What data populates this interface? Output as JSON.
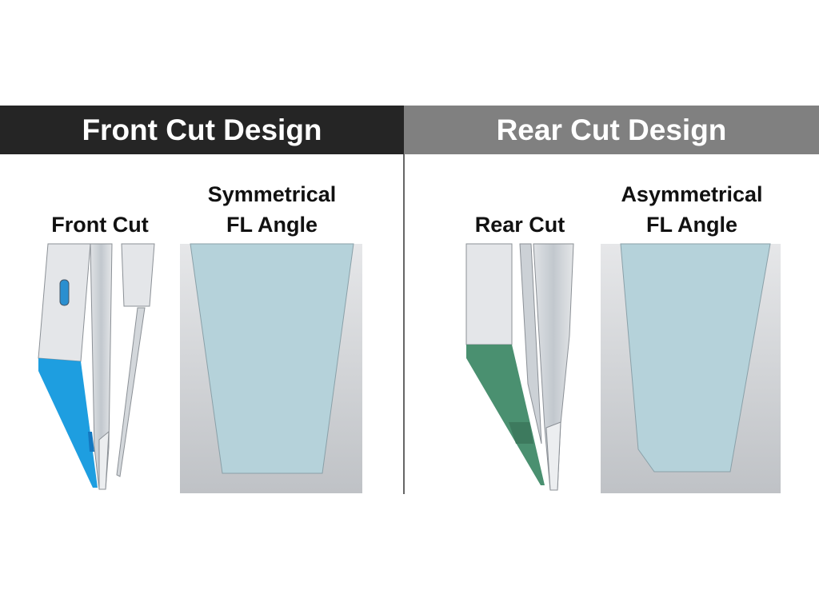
{
  "headers": {
    "front": "Front Cut Design",
    "rear": "Rear Cut Design"
  },
  "front": {
    "blade_label": "Front Cut",
    "angle_label_line1": "Symmetrical",
    "angle_label_line2": "FL Angle"
  },
  "rear": {
    "blade_label": "Rear Cut",
    "angle_label_line1": "Asymmetrical",
    "angle_label_line2": "FL Angle"
  },
  "colors": {
    "front_dark": "#252525",
    "rear_grey": "#808080",
    "front_bevel": "#1e9ee0",
    "rear_bevel": "#4a9070",
    "profile_fill": "#b5d2da"
  }
}
